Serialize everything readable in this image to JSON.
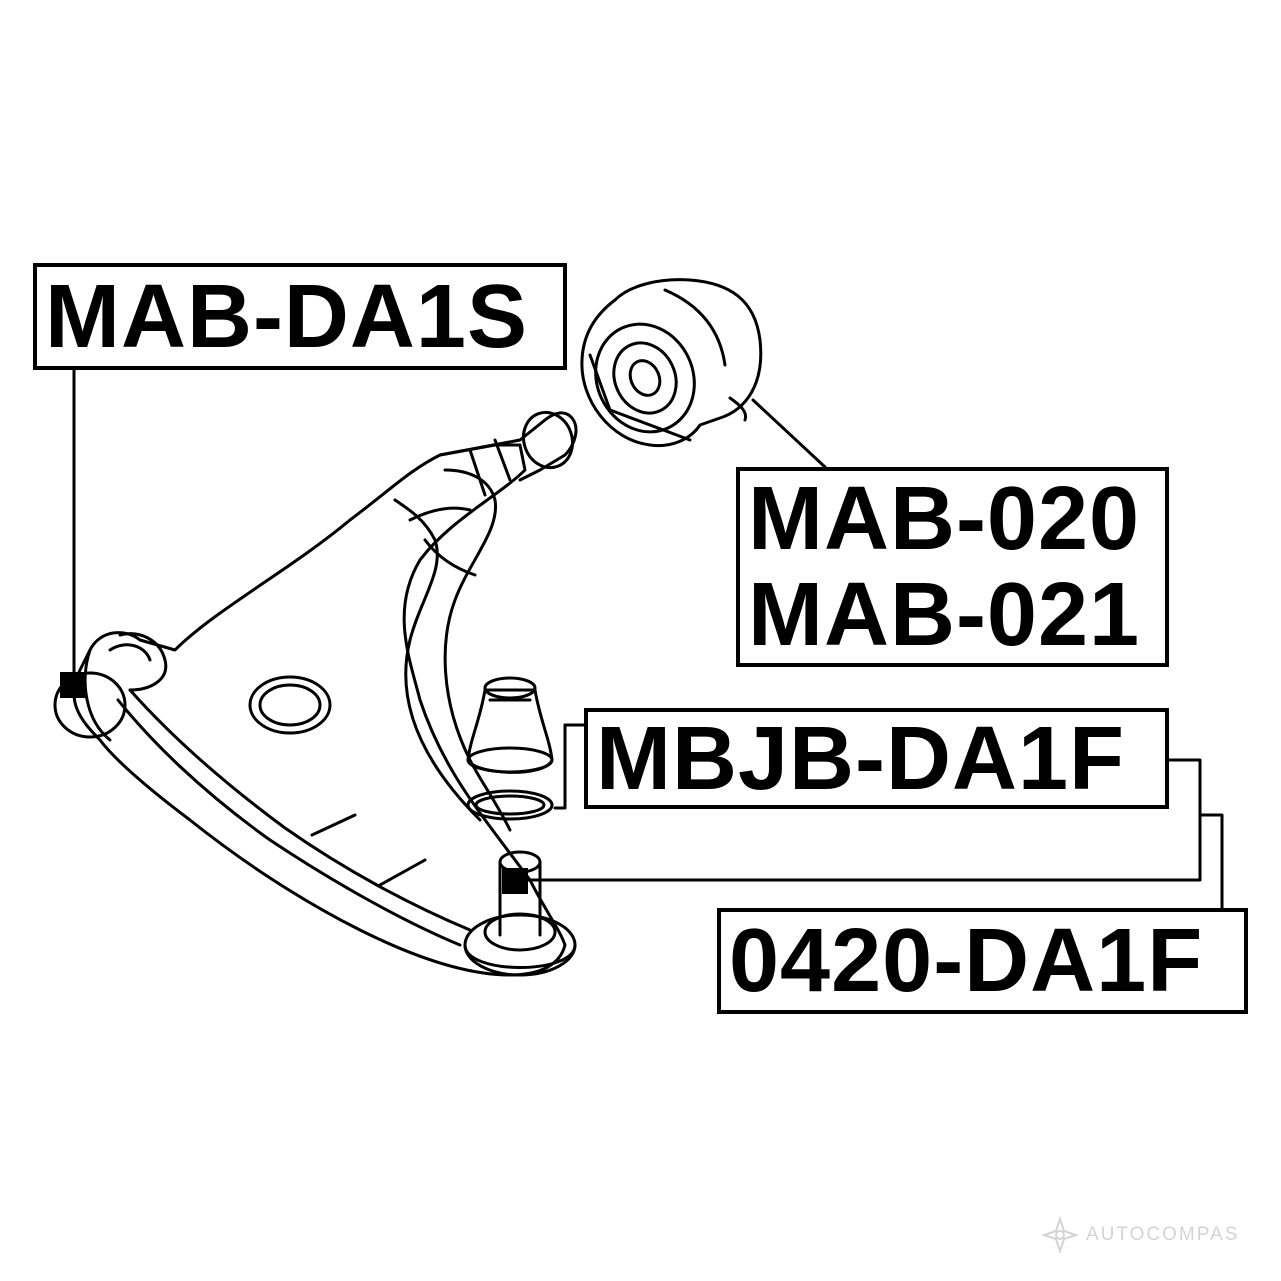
{
  "labels": {
    "arm_bushing": "MAB-DA1S",
    "rear_bushing_left": "MAB-020",
    "rear_bushing_right": "MAB-021",
    "ball_joint_boot": "MBJB-DA1F",
    "ball_joint": "0420-DA1F"
  },
  "watermark": {
    "text": "AUTOCOMPAS",
    "icon": "autocompas-logo-icon"
  },
  "colors": {
    "line": "#000000",
    "background": "#ffffff",
    "watermark": "#d4d4d4"
  }
}
